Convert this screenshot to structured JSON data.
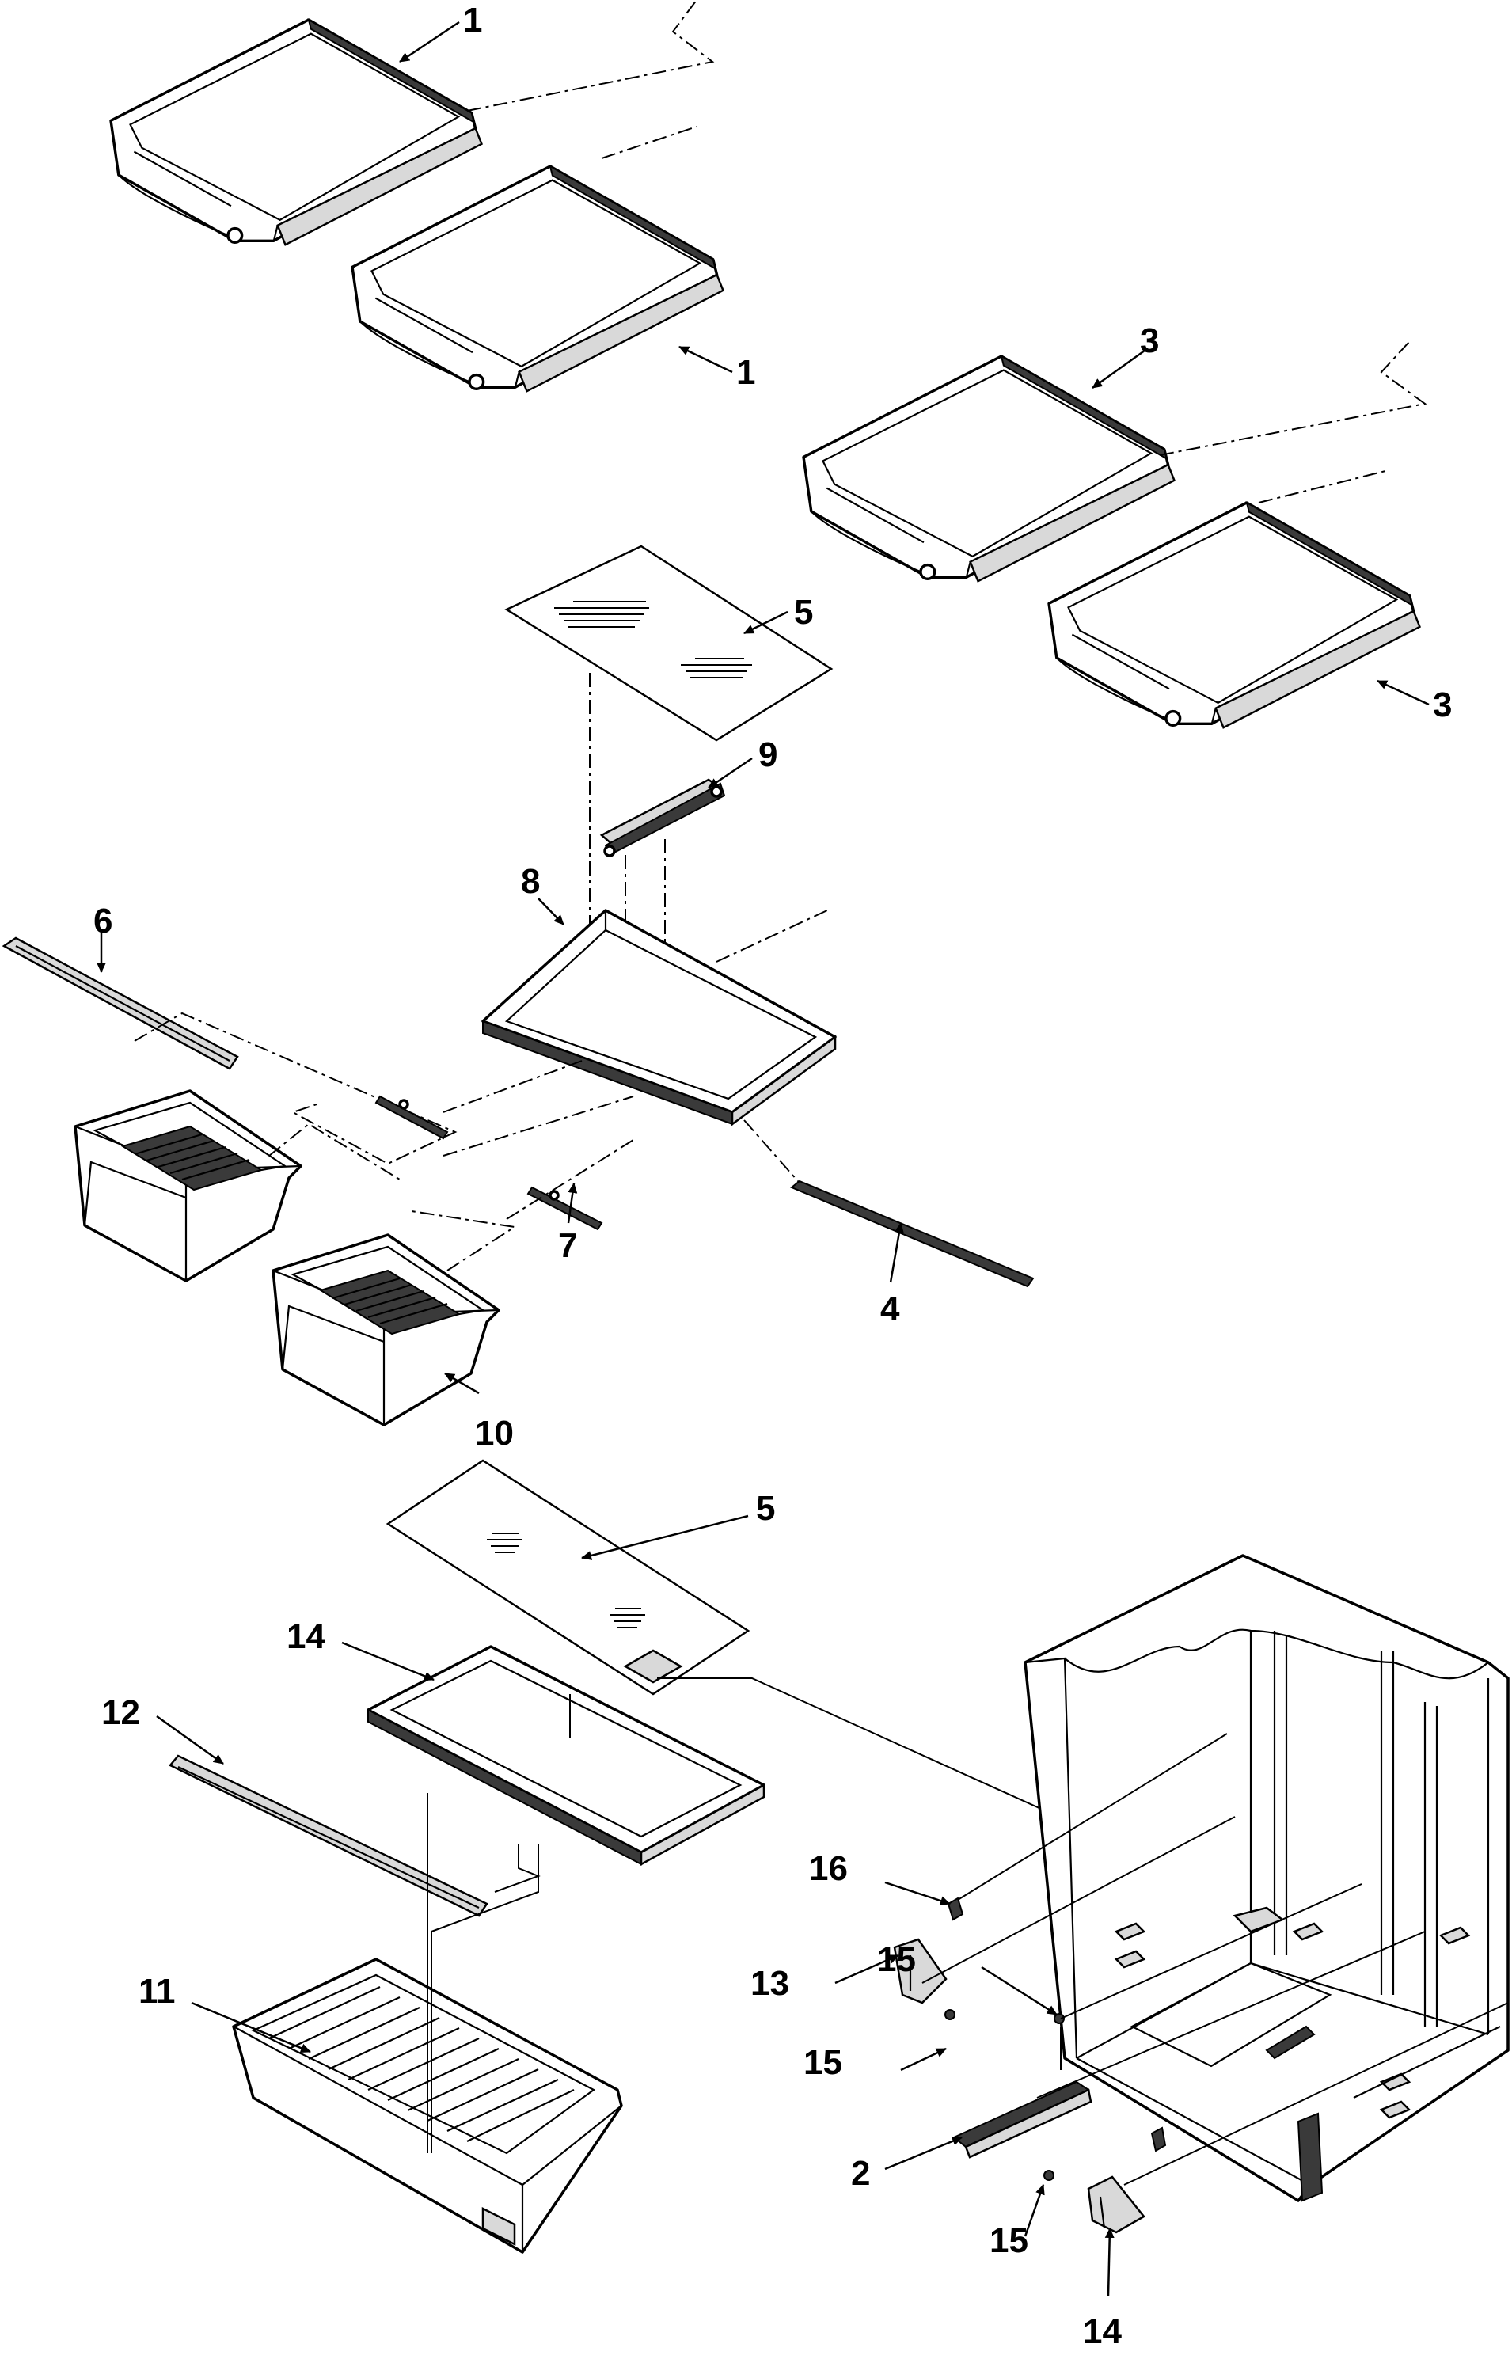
{
  "callouts": {
    "c1a": "1",
    "c1b": "1",
    "c3a": "3",
    "c3b": "3",
    "c5a": "5",
    "c9": "9",
    "c8": "8",
    "c6": "6",
    "c7": "7",
    "c4": "4",
    "c10": "10",
    "c5b": "5",
    "c14a": "14",
    "c12": "12",
    "c11": "11",
    "c16": "16",
    "c13": "13",
    "c15a": "15",
    "c15b": "15",
    "c15c": "15",
    "c2": "2",
    "c14b": "14"
  }
}
